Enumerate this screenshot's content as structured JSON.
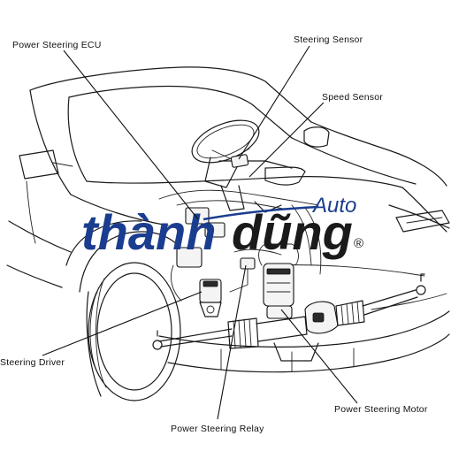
{
  "labels": {
    "ecu": "Power Steering ECU",
    "steering_sensor": "Steering Sensor",
    "speed_sensor": "Speed Sensor",
    "driver": "Steering Driver",
    "relay": "Power Steering Relay",
    "motor": "Power Steering Motor"
  },
  "watermark": {
    "part1": "thành",
    "part2": "dũng",
    "auto": "Auto",
    "reg": "®",
    "color_primary": "#1b3d8f",
    "color_secondary": "#1a1a1a"
  }
}
